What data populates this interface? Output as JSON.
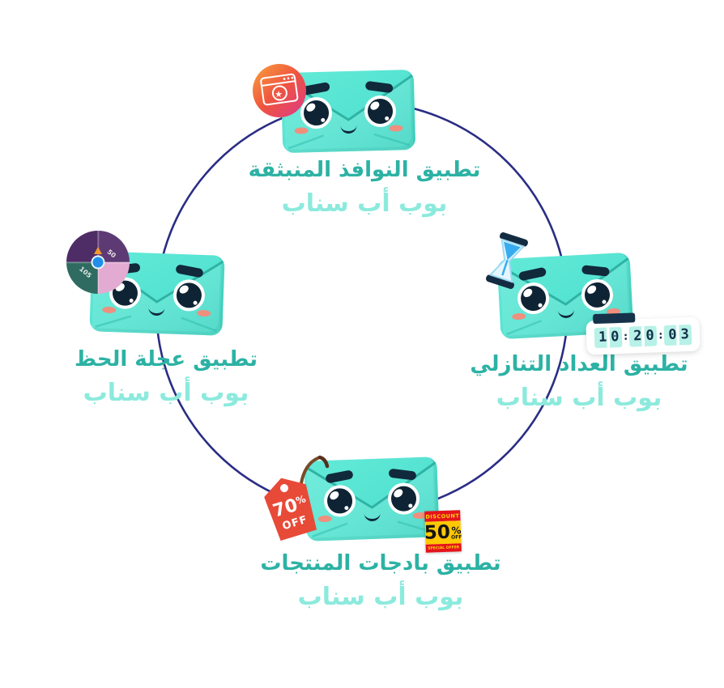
{
  "page": {
    "background": "#ffffff"
  },
  "diagram": {
    "apps": [
      {
        "id": "popup-windows",
        "line1": "تطبيق النوافذ المنبثقة",
        "line2": "بوب أب سناب",
        "icon": "popup-window-icon"
      },
      {
        "id": "countdown",
        "line1": "تطبيق العداد التنازلي",
        "line2": "بوب أب سناب",
        "icon": "hourglass-icon"
      },
      {
        "id": "product-badges",
        "line1": "تطبيق بادجات المنتجات",
        "line2": "بوب أب سناب",
        "icon": "price-tag-icon"
      },
      {
        "id": "lucky-wheel",
        "line1": "تطبيق عجلة الحظ",
        "line2": "بوب أب سناب",
        "icon": "fortune-wheel-icon"
      }
    ],
    "countdown_timer": {
      "digits": [
        "10",
        "20",
        "03"
      ],
      "separator": ":"
    },
    "price_tag": {
      "value": "70",
      "percent": "%",
      "label": "OFF"
    },
    "discount_badge": {
      "header": "DISCOUNT",
      "value": "50",
      "percent": "%",
      "off": "OFF",
      "footer": "SPECIAL OFFER"
    },
    "wheel": {
      "labels": [
        "50",
        "105"
      ]
    },
    "popup_badge": {
      "star": "★"
    },
    "colors": {
      "mascot": "#55e3d1",
      "title": "#2cb2a4",
      "subtitle": "#8ceadd",
      "ring": "#2a2d84",
      "tag_red": "#e84a38",
      "badge_yellow": "#ffc800",
      "feature_navy": "#10293b"
    }
  }
}
